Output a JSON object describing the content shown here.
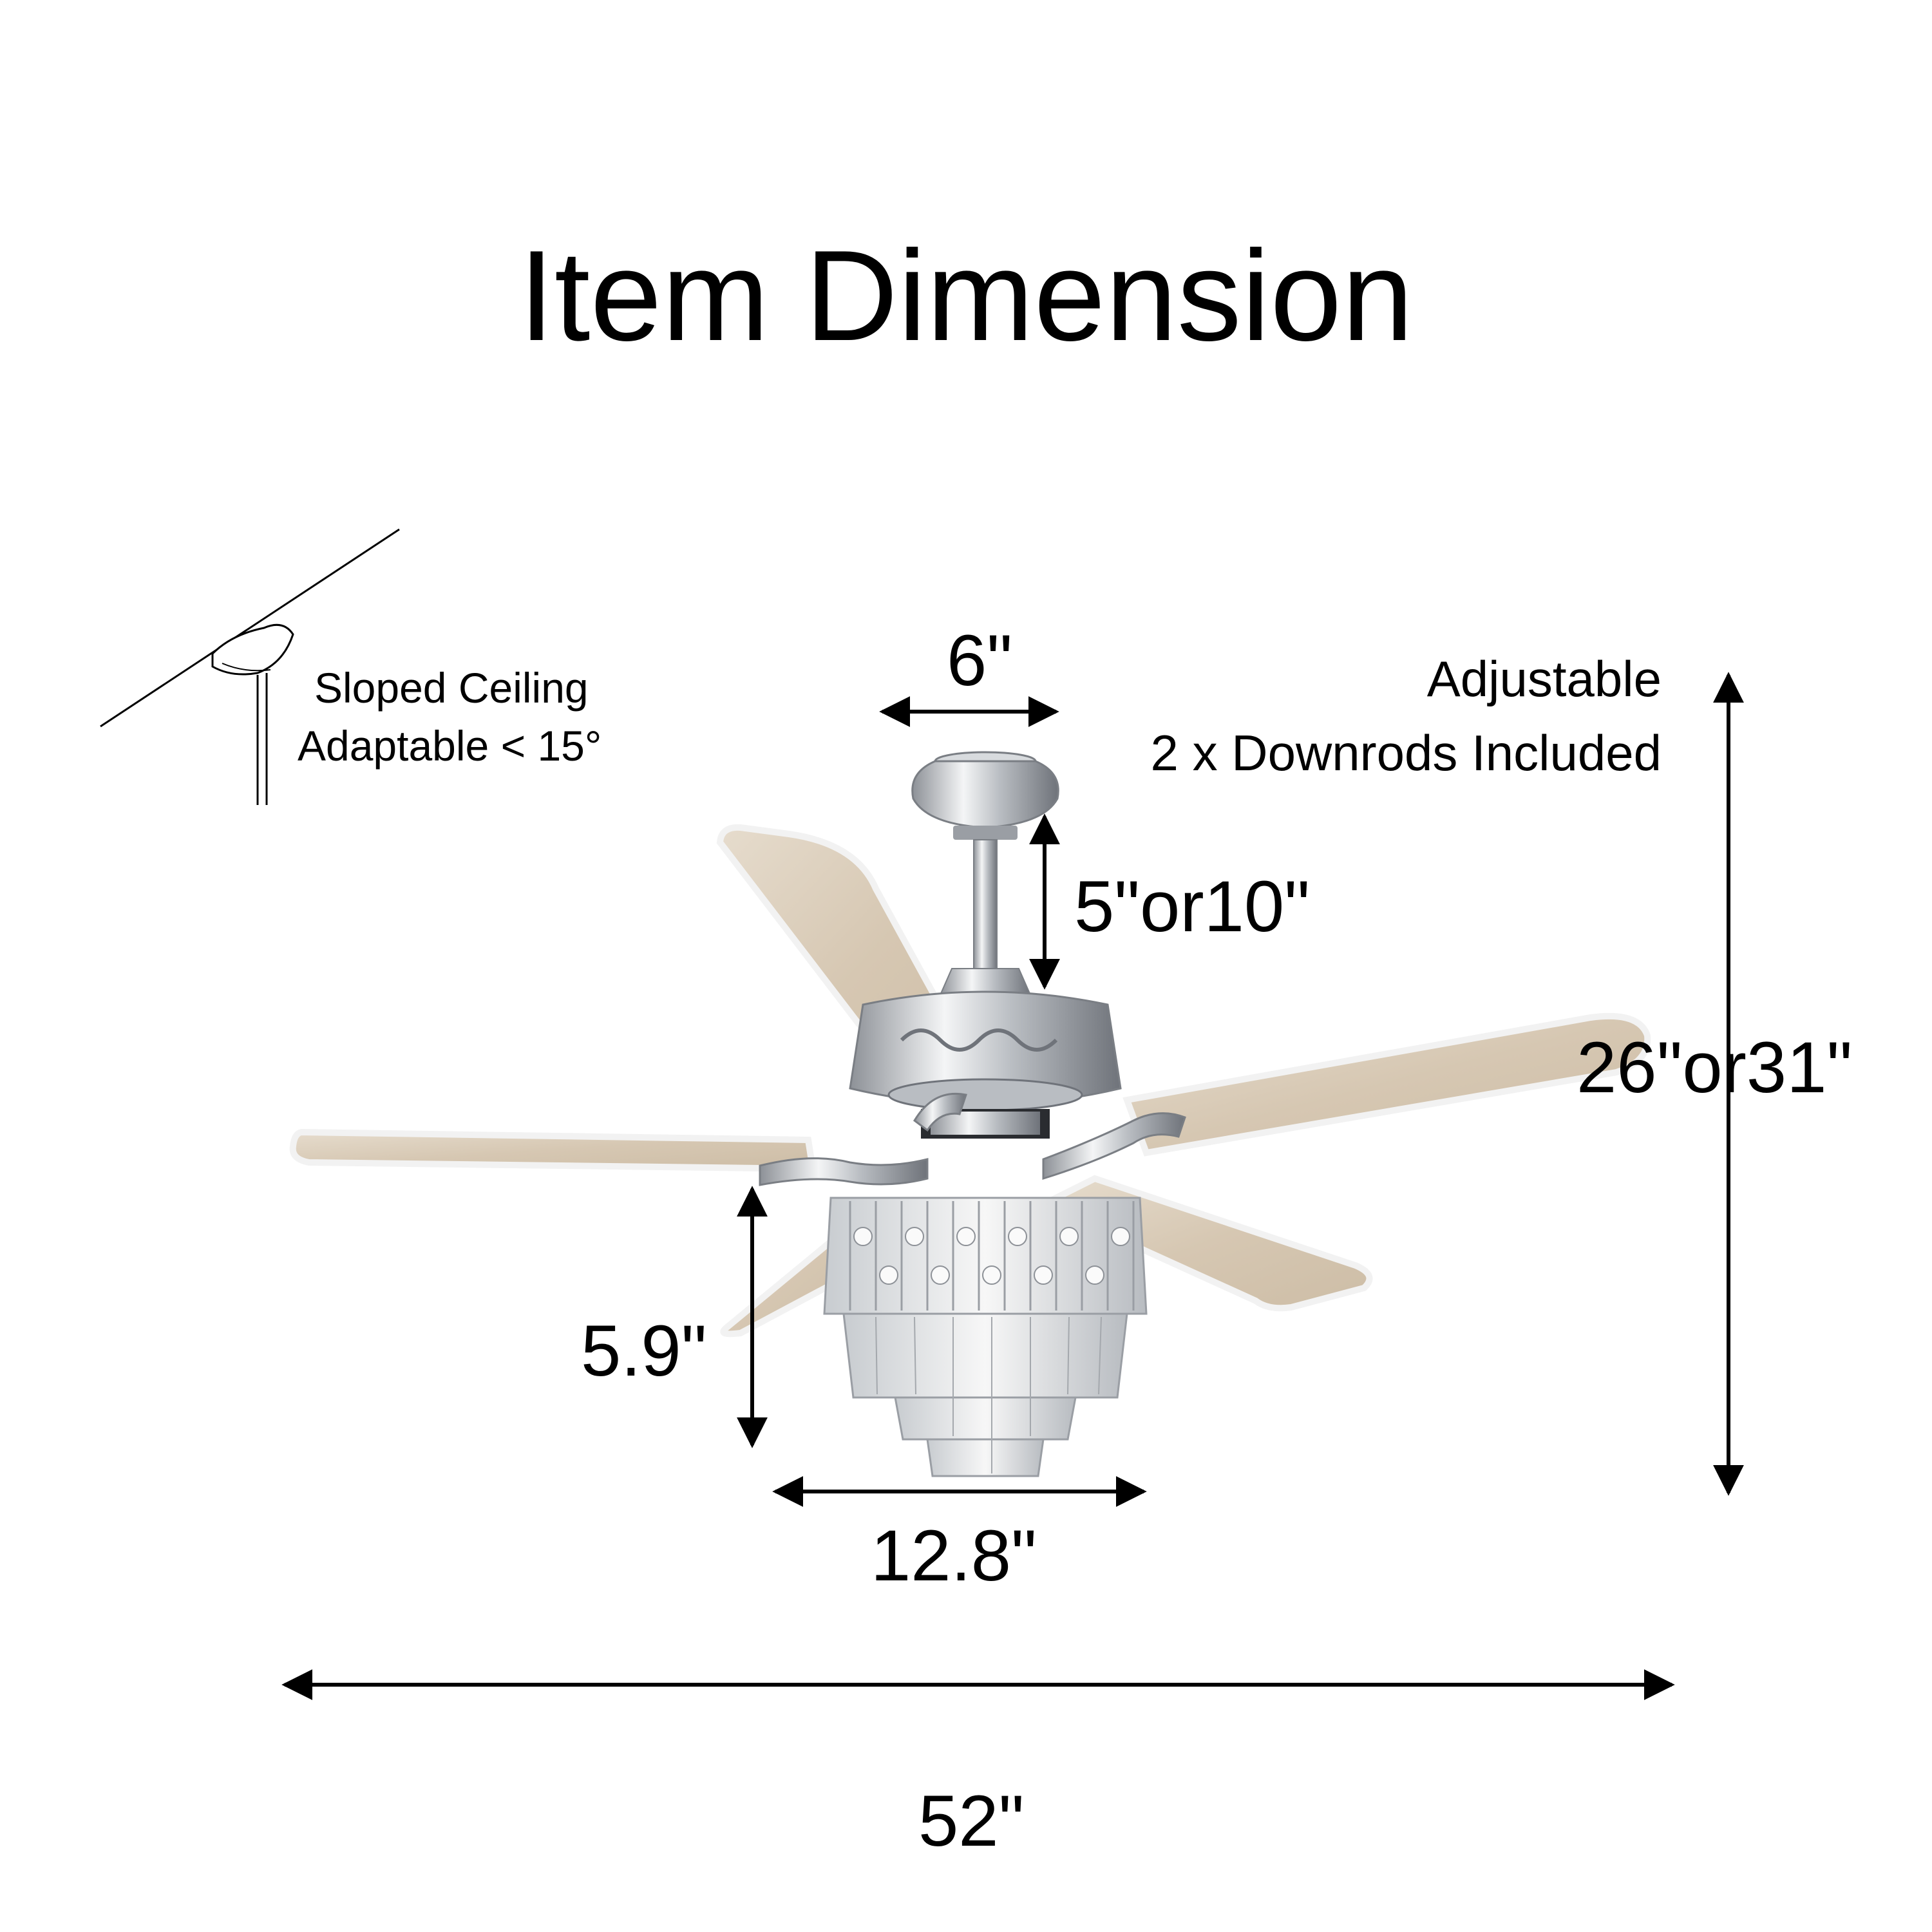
{
  "title": "Item Dimension",
  "sloped_note": {
    "line1": "Sloped Ceiling",
    "line2": "Adaptable < 15°"
  },
  "downrod_note": {
    "line1": "Adjustable",
    "line2": "2 x Downrods Included"
  },
  "dimensions": {
    "canopy_width": "6\"",
    "downrod_length": "5\"or10\"",
    "total_height": "26\"or31\"",
    "light_kit_height": "5.9\"",
    "light_kit_width": "12.8\"",
    "blade_span": "52\""
  },
  "colors": {
    "blade_face": "#d9cbb8",
    "blade_edge": "#f2f2f2",
    "chrome": "#c9ccd0",
    "chrome_dark": "#7a7e84",
    "crystal": "#e8eaec",
    "line": "#000000"
  }
}
